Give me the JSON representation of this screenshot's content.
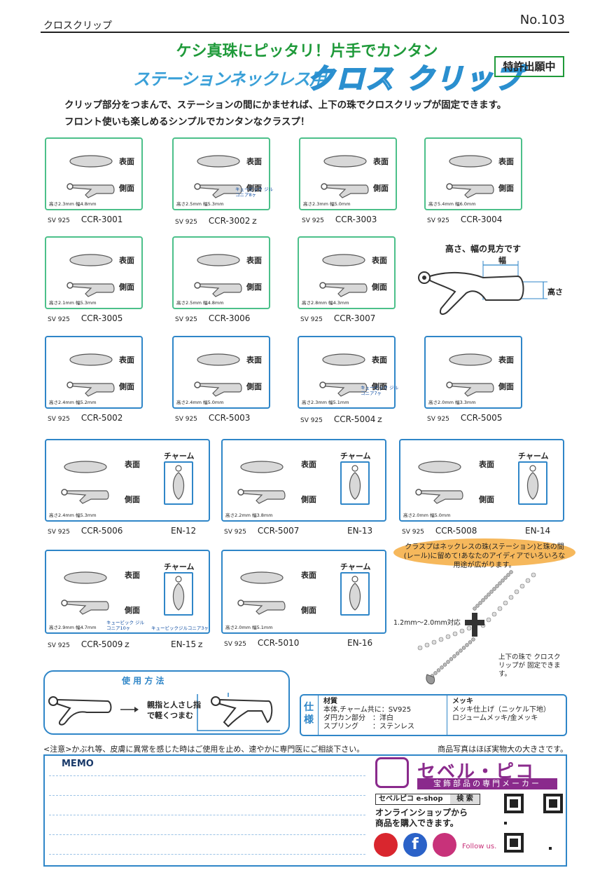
{
  "header": {
    "series": "クロスクリップ",
    "number": "No.103",
    "headline": "ケシ真珠にピッタリ！片手でカンタン",
    "subtitle_left": "ステーションネックレス用",
    "subtitle_right": "クロス クリップ",
    "patent": "特許出願中",
    "intro1": "クリップ部分をつまんで、ステーションの間にかませれば、上下の珠でクロスクリップが固定できます。",
    "intro2": "フロント使いも楽しめるシンプルでカンタンなクラスプ！"
  },
  "labels": {
    "face": "表面",
    "side": "側面",
    "charm": "チャーム",
    "sv": "SV 925"
  },
  "products": [
    {
      "code": "CCR-3001",
      "dims": "高さ2.3mm 幅4.8mm"
    },
    {
      "code": "CCR-3002ｚ",
      "dims": "高さ2.5mm 幅5.3mm",
      "note": "キュービック ジルコニア8ヶ"
    },
    {
      "code": "CCR-3003",
      "dims": "高さ2.3mm 幅5.0mm"
    },
    {
      "code": "CCR-3004",
      "dims": "高さ5.4mm 幅6.0mm"
    },
    {
      "code": "CCR-3005",
      "dims": "高さ2.1mm 幅5.3mm"
    },
    {
      "code": "CCR-3006",
      "dims": "高さ2.5mm 幅4.8mm"
    },
    {
      "code": "CCR-3007",
      "dims": "高さ2.8mm 幅4.3mm"
    },
    {
      "code": "CCR-5002",
      "dims": "高さ2.4mm 幅5.2mm"
    },
    {
      "code": "CCR-5003",
      "dims": "高さ2.4mm 幅5.0mm"
    },
    {
      "code": "CCR-5004ｚ",
      "dims": "高さ2.3mm 幅5.1mm",
      "note": "キュービック ジルコニア7ヶ"
    },
    {
      "code": "CCR-5005",
      "dims": "高さ2.0mm 幅3.3mm"
    },
    {
      "code": "CCR-5006",
      "dims": "高さ2.4mm 幅5.3mm",
      "charm": "EN-12"
    },
    {
      "code": "CCR-5007",
      "dims": "高さ2.2mm 幅3.8mm",
      "charm": "EN-13"
    },
    {
      "code": "CCR-5008",
      "dims": "高さ2.0mm 幅5.0mm",
      "charm": "EN-14"
    },
    {
      "code": "CCR-5009ｚ",
      "dims": "高さ2.9mm 幅4.7mm",
      "charm": "EN-15ｚ",
      "note": "キュービック ジルコニア10ヶ",
      "charm_note": "キュービックジルコニア3ヶ"
    },
    {
      "code": "CCR-5010",
      "dims": "高さ2.0mm 幅5.1mm",
      "charm": "EN-16"
    }
  ],
  "measure": {
    "title": "高さ、幅の見方です",
    "width": "幅",
    "height": "高さ"
  },
  "bubble": "クラスプはネックレスの珠(ステーション)と珠の間(レール)に留めて!あなたのアイディアでいろいろな用途が広がります。",
  "necklace": {
    "range": "1.2mm～2.0mm対応",
    "caption": "上下の珠で クロスクリップが 固定できます。"
  },
  "usage": {
    "title": "使 用 方 法",
    "text1": "親指と人さし指",
    "text2": "で軽くつまむ"
  },
  "spec": {
    "label": "仕様",
    "material_h": "材質",
    "row1": "本体,チャーム共に：SV925",
    "row2": "ダ円カン部分　：洋白",
    "row3": "スプリング　　：ステンレス",
    "plating_h": "メッキ",
    "plating1": "メッキ仕上げ（ニッケル下地）",
    "plating2": "ロジュームメッキ/金メッキ"
  },
  "footer": {
    "caution": "<注意>かぶれ等、皮膚に異常を感じた時はご使用を止め、速やかに専門医にご相談下さい。",
    "photo_note": "商品写真はほぼ実物大の大きさです。",
    "memo": "MEMO",
    "brand": "セベル・ピコ",
    "tagline": "宝飾部品の専門メーカー",
    "shop": "セベルピコ e-shop",
    "search": "検 索",
    "online1": "オンラインショップから",
    "online2": "商品を購入できます。",
    "follow": "Follow us."
  },
  "colors": {
    "green": "#1f9a3a",
    "blue": "#2f86c8",
    "orange": "#f6b85c",
    "brand": "#8a2a8c"
  }
}
